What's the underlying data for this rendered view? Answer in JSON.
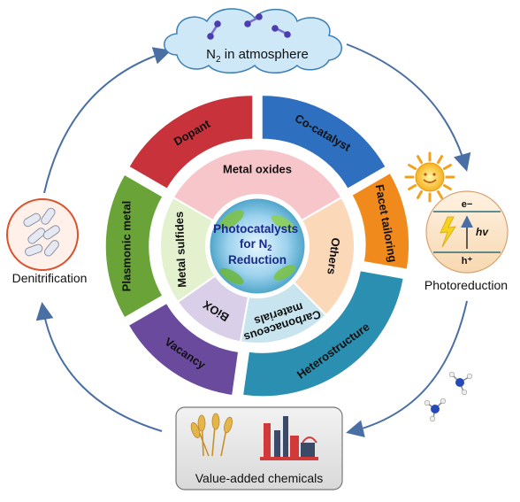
{
  "center": {
    "line1": "Photocatalysts",
    "line2_prefix": "for N",
    "line2_sub": "2",
    "line3": "Reduction"
  },
  "outer_ring": [
    {
      "label": "Co-catalyst",
      "color": "#2f6fc0"
    },
    {
      "label": "Facet tailoring",
      "color": "#f08a1c"
    },
    {
      "label": "Heterostructure",
      "color": "#2a8fb0"
    },
    {
      "label": "Vacancy",
      "color": "#6a4a9c"
    },
    {
      "label": "Plasmonic metal",
      "color": "#6aa438"
    },
    {
      "label": "Dopant",
      "color": "#c8323a"
    }
  ],
  "inner_ring": [
    {
      "label": "Metal oxides",
      "color": "#f7c6cb"
    },
    {
      "label": "Others",
      "color": "#fbd8b8"
    },
    {
      "label": "Carbonaceous",
      "label2": "materials",
      "color": "#c7e4ef"
    },
    {
      "label": "BiOX",
      "color": "#d9cfe8"
    },
    {
      "label": "Metal sulfides",
      "color": "#e3f1cf"
    }
  ],
  "cloud": {
    "prefix": "N",
    "sub": "2",
    "suffix": " in atmosphere"
  },
  "photoreduction": {
    "label": "Photoreduction",
    "electron": "e−",
    "hole": "h⁺",
    "hv": "hv"
  },
  "denitrification": {
    "label": "Denitrification"
  },
  "value_added": {
    "label": "Value-added chemicals"
  }
}
